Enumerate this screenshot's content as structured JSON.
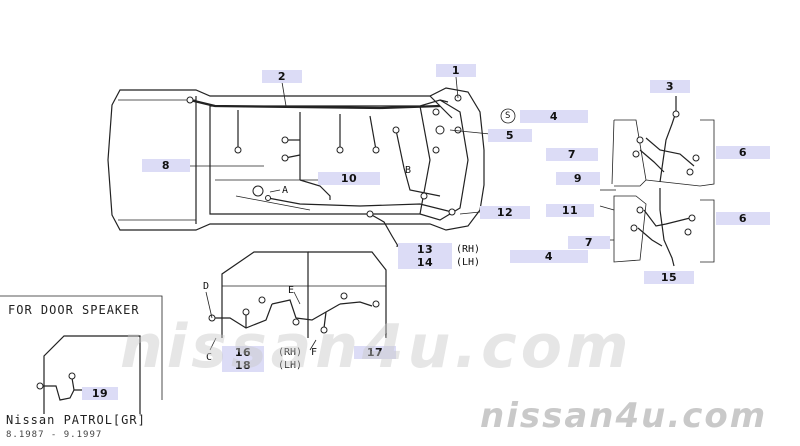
{
  "labels": {
    "n1": "1",
    "n2": "2",
    "n3": "3",
    "n4a": "4",
    "n4b": "4",
    "n5": "5",
    "n6a": "6",
    "n6b": "6",
    "n7a": "7",
    "n7b": "7",
    "n8": "8",
    "n9": "9",
    "n10": "10",
    "n11": "11",
    "n12": "12",
    "n13": "13",
    "n14": "14",
    "n15": "15",
    "n16": "16",
    "n17": "17",
    "n18": "18",
    "n19": "19"
  },
  "side_notes": {
    "rh_13": "(RH)",
    "lh_14": "(LH)",
    "rh_16": "(RH)",
    "lh_18": "(LH)",
    "s_mark": "S",
    "letter_a": "A",
    "letter_b": "B",
    "letter_c": "C",
    "letter_d": "D",
    "letter_e": "E",
    "letter_f": "F"
  },
  "door_speaker_caption": "FOR DOOR SPEAKER",
  "vehicle": "Nissan PATROL[GR]",
  "period": "8.1987 - 9.1997",
  "watermark": "nissan4u.com"
}
